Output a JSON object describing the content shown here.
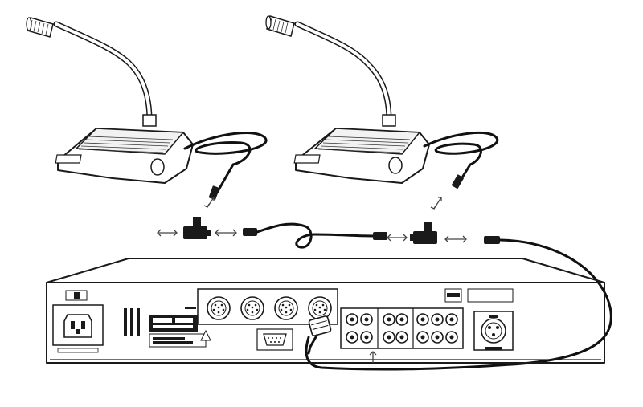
{
  "diagram": {
    "devices": [
      {
        "id": "mic_unit_1",
        "type": "gooseneck-microphone-unit"
      },
      {
        "id": "mic_unit_2",
        "type": "gooseneck-microphone-unit"
      },
      {
        "id": "main_unit",
        "type": "conference-controller-rear-panel"
      }
    ],
    "connectors": [
      {
        "id": "t_splitter_1",
        "type": "t-connector"
      },
      {
        "id": "t_splitter_2",
        "type": "t-connector"
      }
    ],
    "mic_ports_on_main_unit": 4,
    "rca_jack_groups": 3,
    "connections": [
      {
        "from": "mic_unit_1",
        "to": "t_splitter_1"
      },
      {
        "from": "t_splitter_1",
        "to": "t_splitter_2"
      },
      {
        "from": "mic_unit_2",
        "to": "t_splitter_2"
      },
      {
        "from": "t_splitter_1",
        "to": "main_unit"
      },
      {
        "from": "t_splitter_2",
        "to": "main_unit"
      }
    ],
    "colors": {
      "line": "#1a1a1a",
      "background": "#ffffff",
      "panel": "#f4f4f4"
    }
  }
}
